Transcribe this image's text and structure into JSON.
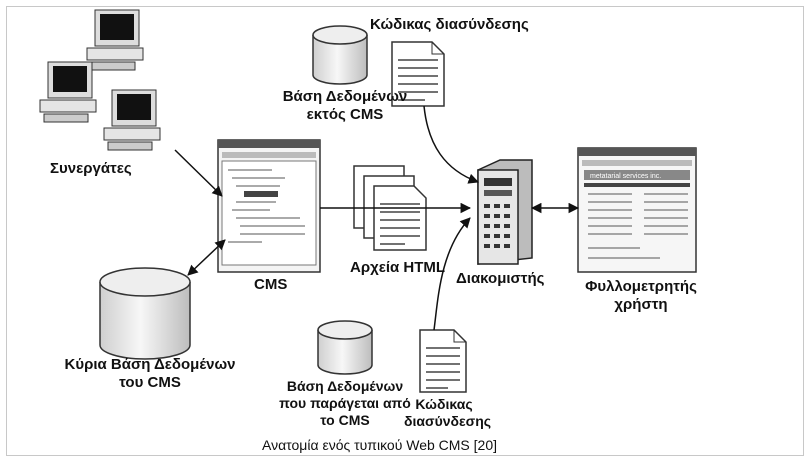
{
  "labels": {
    "partners": "Συνεργάτες",
    "main_db_line1": "Κύρια Βάση Δεδομένων",
    "main_db_line2": "του CMS",
    "cms": "CMS",
    "ext_db_line1": "Βάση Δεδομένων",
    "ext_db_line2": "εκτός CMS",
    "link_code_top": "Κώδικας διασύνδεσης",
    "html_files": "Αρχεία HTML",
    "server": "Διακομιστής",
    "browser_line1": "Φυλλομετρητής",
    "browser_line2": "χρήστη",
    "gen_db_line1": "Βάση Δεδομένων",
    "gen_db_line2": "που παράγεται από",
    "gen_db_line3": "το CMS",
    "link_code_bottom_line1": "Κώδικας",
    "link_code_bottom_line2": "διασύνδεσης",
    "browser_header": "metatarial services inc."
  },
  "caption": "Ανατομία ενός τυπικού Web CMS [20]"
}
